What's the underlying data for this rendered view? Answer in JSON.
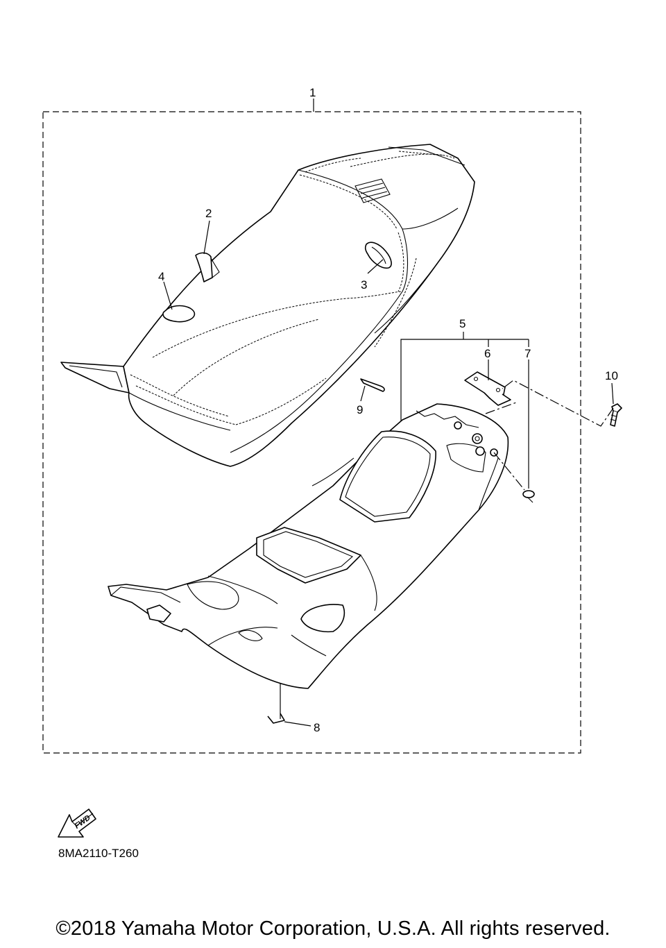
{
  "diagram": {
    "callouts": [
      {
        "id": "1",
        "text": "1"
      },
      {
        "id": "2",
        "text": "2"
      },
      {
        "id": "3",
        "text": "3"
      },
      {
        "id": "4",
        "text": "4"
      },
      {
        "id": "5",
        "text": "5"
      },
      {
        "id": "6",
        "text": "6"
      },
      {
        "id": "7",
        "text": "7"
      },
      {
        "id": "8",
        "text": "8"
      },
      {
        "id": "9",
        "text": "9"
      },
      {
        "id": "10",
        "text": "10"
      }
    ],
    "fwd_label": "FWD",
    "diagram_code": "8MA2110-T260",
    "copyright": "©2018 Yamaha Motor Corporation, U.S.A. All rights reserved."
  }
}
